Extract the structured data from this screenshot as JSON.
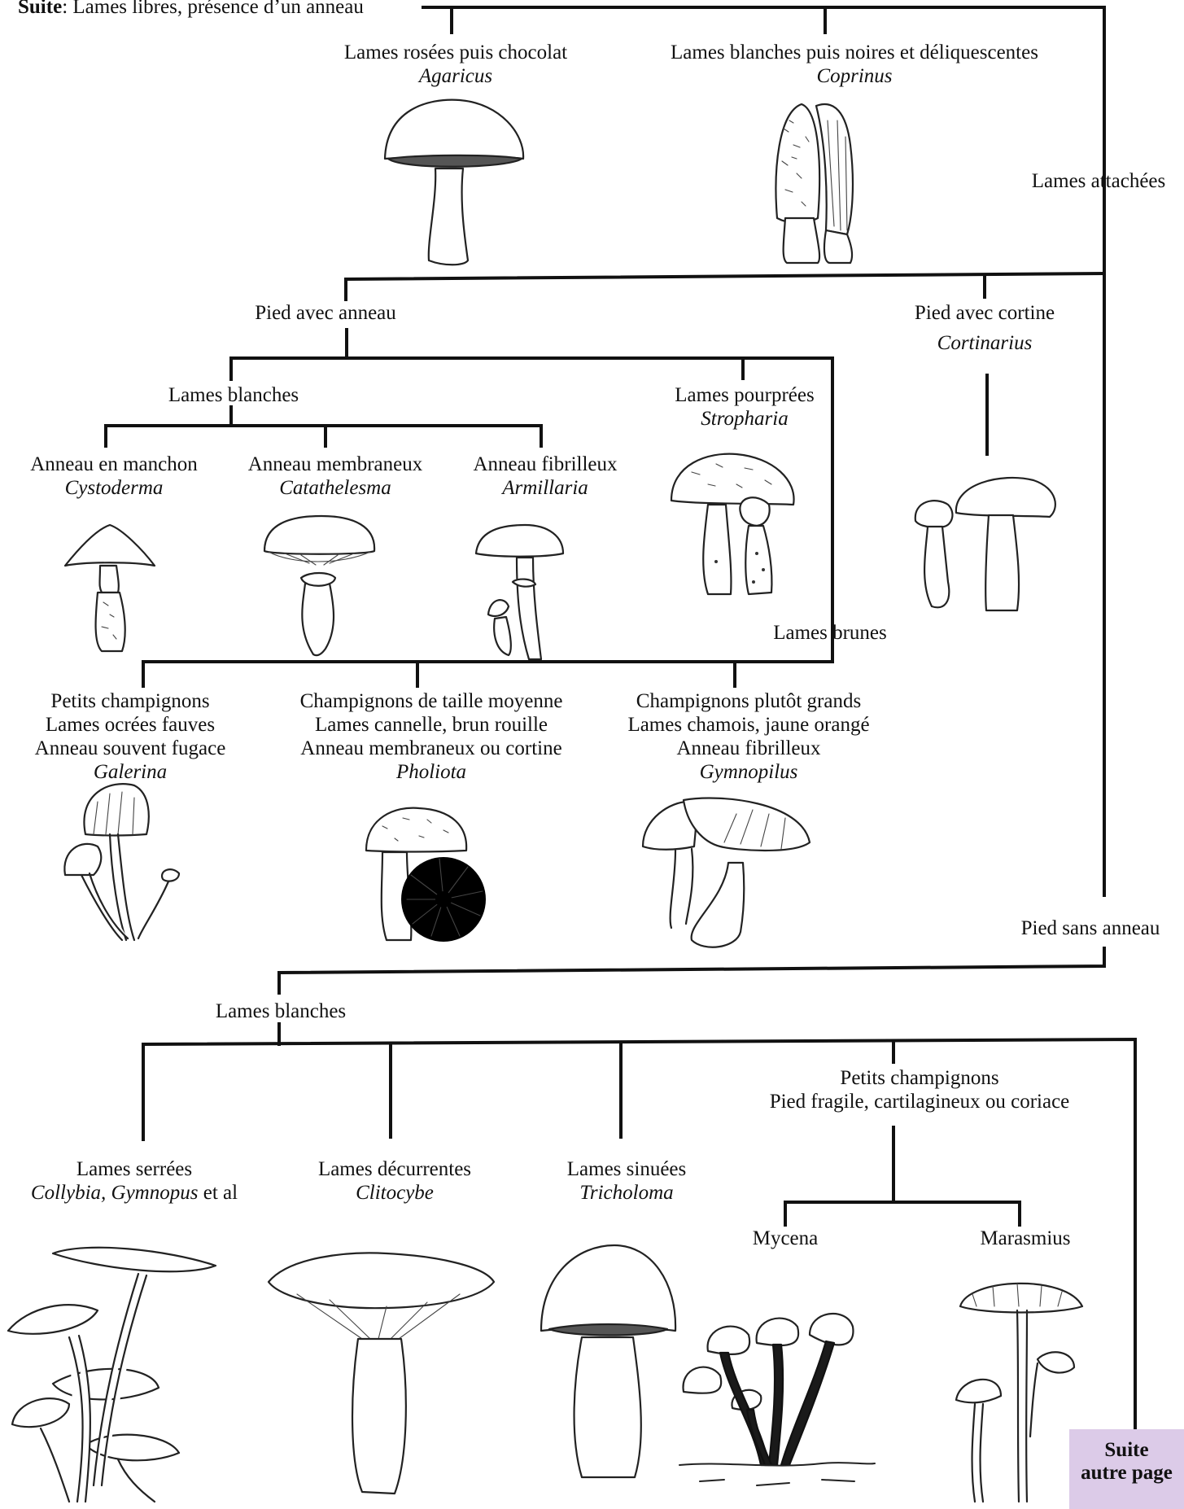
{
  "header": {
    "bold": "Suite",
    "text": ": Lames libres, présence d’un anneau"
  },
  "labels": {
    "agaricus": {
      "desc": "Lames rosées puis chocolat",
      "genus": "Agaricus"
    },
    "coprinus": {
      "desc": "Lames blanches puis noires et déliquescentes",
      "genus": "Coprinus"
    },
    "lames_attachees": "Lames attachées",
    "pied_avec_anneau": "Pied avec anneau",
    "pied_avec_cortine": {
      "desc": "Pied avec cortine",
      "genus": "Cortinarius"
    },
    "lames_blanches_1": "Lames blanches",
    "lames_pourprees": {
      "desc": "Lames pourprées",
      "genus": "Stropharia"
    },
    "cystoderma": {
      "desc": "Anneau en manchon",
      "genus": "Cystoderma"
    },
    "catathelesma": {
      "desc": "Anneau membraneux",
      "genus": "Catathelesma"
    },
    "armillaria": {
      "desc": "Anneau fibrilleux",
      "genus": "Armillaria"
    },
    "lames_brunes": "Lames brunes",
    "galerina": {
      "l1": "Petits champignons",
      "l2": "Lames ocrées fauves",
      "l3": "Anneau souvent fugace",
      "genus": "Galerina"
    },
    "pholiota": {
      "l1": "Champignons de taille moyenne",
      "l2": "Lames cannelle, brun rouille",
      "l3": "Anneau membraneux ou cortine",
      "genus": "Pholiota"
    },
    "gymnopilus": {
      "l1": "Champignons plutôt grands",
      "l2": "Lames chamois, jaune orangé",
      "l3": "Anneau fibrilleux",
      "genus": "Gymnopilus"
    },
    "pied_sans_anneau": "Pied sans anneau",
    "lames_blanches_2": "Lames blanches",
    "petits_champignons": {
      "l1": "Petits champignons",
      "l2": "Pied fragile, cartilagineux ou coriace"
    },
    "collybia": {
      "desc": "Lames serrées",
      "genus": "Collybia, Gymnopus",
      "suffix": " et al"
    },
    "clitocybe": {
      "desc": "Lames décurrentes",
      "genus": "Clitocybe"
    },
    "tricholoma": {
      "desc": "Lames sinuées",
      "genus": "Tricholoma"
    },
    "mycena": "Mycena",
    "marasmius": "Marasmius"
  },
  "suite_box": {
    "l1": "Suite",
    "l2": "autre page",
    "color": "#dccbe8"
  },
  "illustrations": [
    "agaricus",
    "coprinus",
    "cortinarius",
    "cystoderma",
    "catathelesma",
    "armillaria",
    "stropharia",
    "galerina",
    "pholiota",
    "gymnopilus",
    "collybia",
    "clitocybe",
    "tricholoma",
    "mycena",
    "marasmius"
  ]
}
